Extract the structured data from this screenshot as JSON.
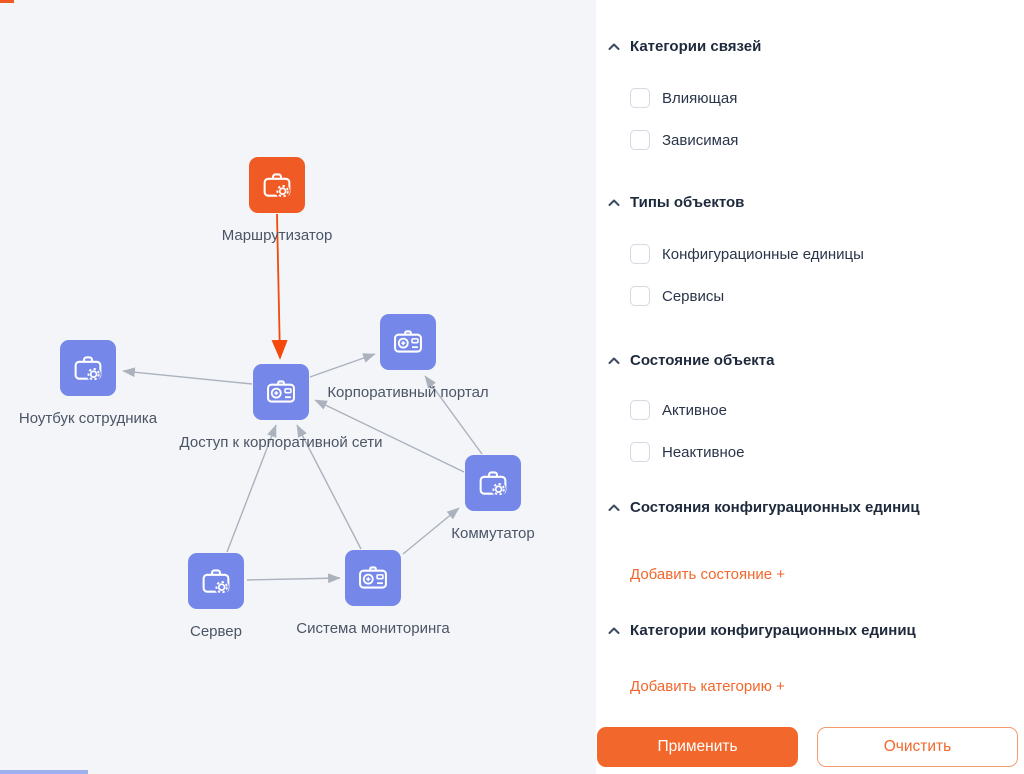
{
  "graph": {
    "background": "#F3F5F9",
    "node_color_blue": "#7587E8",
    "node_color_orange": "#F05A25",
    "edge_color": "#ABB2BD",
    "highlight_edge_color": "#F5480B",
    "nodes": [
      {
        "id": "router",
        "label": "Маршрутизатор",
        "type": "configuration-item",
        "icon": "briefcase-gear-icon",
        "color": "#F05A25"
      },
      {
        "id": "laptop",
        "label": "Ноутбук сотрудника",
        "type": "configuration-item",
        "icon": "briefcase-gear-icon",
        "color": "#7587E8"
      },
      {
        "id": "access",
        "label": "Доступ к корпоративной сети",
        "type": "service",
        "icon": "service-card-icon",
        "color": "#7587E8"
      },
      {
        "id": "portal",
        "label": "Корпоративный портал",
        "type": "service",
        "icon": "service-card-icon",
        "color": "#7587E8"
      },
      {
        "id": "switch",
        "label": "Коммутатор",
        "type": "configuration-item",
        "icon": "briefcase-gear-icon",
        "color": "#7587E8"
      },
      {
        "id": "server",
        "label": "Сервер",
        "type": "configuration-item",
        "icon": "briefcase-gear-icon",
        "color": "#7587E8"
      },
      {
        "id": "monitor",
        "label": "Система мониторинга",
        "type": "service",
        "icon": "service-card-icon",
        "color": "#7587E8"
      }
    ],
    "edges": [
      {
        "from": "router",
        "to": "access",
        "highlighted": true
      },
      {
        "from": "access",
        "to": "laptop",
        "highlighted": false
      },
      {
        "from": "access",
        "to": "portal",
        "highlighted": false
      },
      {
        "from": "switch",
        "to": "portal",
        "highlighted": false
      },
      {
        "from": "switch",
        "to": "access",
        "highlighted": false
      },
      {
        "from": "monitor",
        "to": "access",
        "highlighted": false
      },
      {
        "from": "monitor",
        "to": "switch",
        "highlighted": false
      },
      {
        "from": "server",
        "to": "monitor",
        "highlighted": false
      },
      {
        "from": "server",
        "to": "access",
        "highlighted": false
      }
    ]
  },
  "filter_panel": {
    "accent_color": "#F2672B",
    "sections": [
      {
        "title": "Категории связей",
        "options": [
          {
            "label": "Влияющая",
            "checked": false
          },
          {
            "label": "Зависимая",
            "checked": false
          }
        ]
      },
      {
        "title": "Типы объектов",
        "options": [
          {
            "label": "Конфигурационные единицы",
            "checked": false
          },
          {
            "label": "Сервисы",
            "checked": false
          }
        ]
      },
      {
        "title": "Состояние объекта",
        "options": [
          {
            "label": "Активное",
            "checked": false
          },
          {
            "label": "Неактивное",
            "checked": false
          }
        ]
      },
      {
        "title": "Состояния конфигурационных единиц",
        "action": "Добавить состояние +"
      },
      {
        "title": "Категории конфигурационных единиц",
        "action": "Добавить категорию +"
      }
    ],
    "footer": {
      "apply": "Применить",
      "clear": "Очистить"
    }
  }
}
